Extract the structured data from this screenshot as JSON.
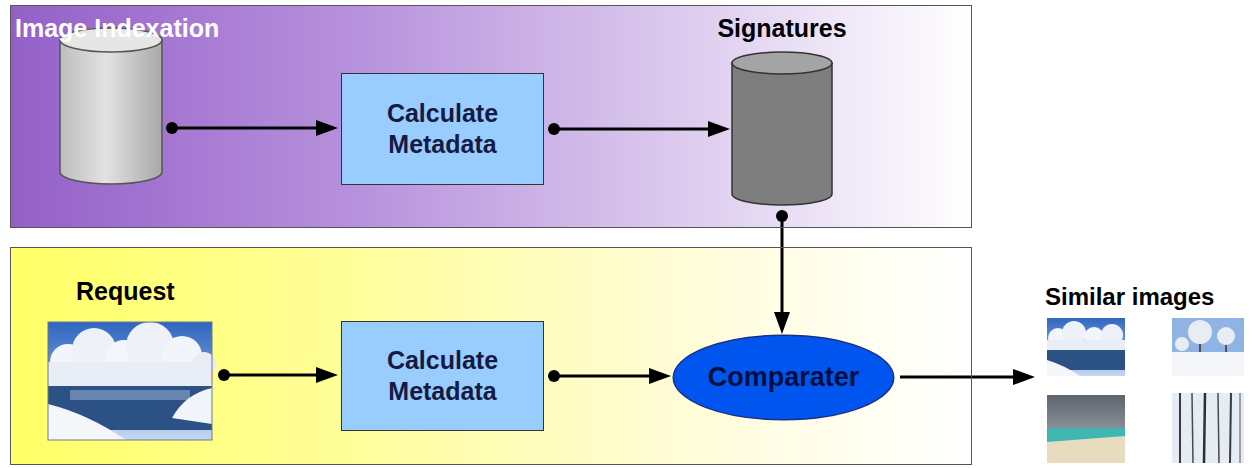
{
  "diagram": {
    "nodes": [
      {
        "text": [
          "Image Indexation"
        ]
      },
      {
        "text": [
          "Calculate Metadata"
        ],
        "in": 0
      },
      {
        "text": [
          "Signatures"
        ],
        "in": 0
      },
      {
        "text": [
          "Request"
        ]
      },
      {
        "text": [
          "Calculate Metadata"
        ],
        "in": 3
      },
      {
        "text": [
          "Comparater"
        ],
        "in": 3
      }
    ],
    "edges": [
      {
        "from": 1,
        "to": 2,
        "arrow": "to"
      },
      {
        "from": 2,
        "to": 5,
        "arrow": "to"
      },
      {
        "from": 4,
        "to": 5,
        "arrow": "to"
      }
    ],
    "labels": [
      "Similar images"
    ]
  }
}
